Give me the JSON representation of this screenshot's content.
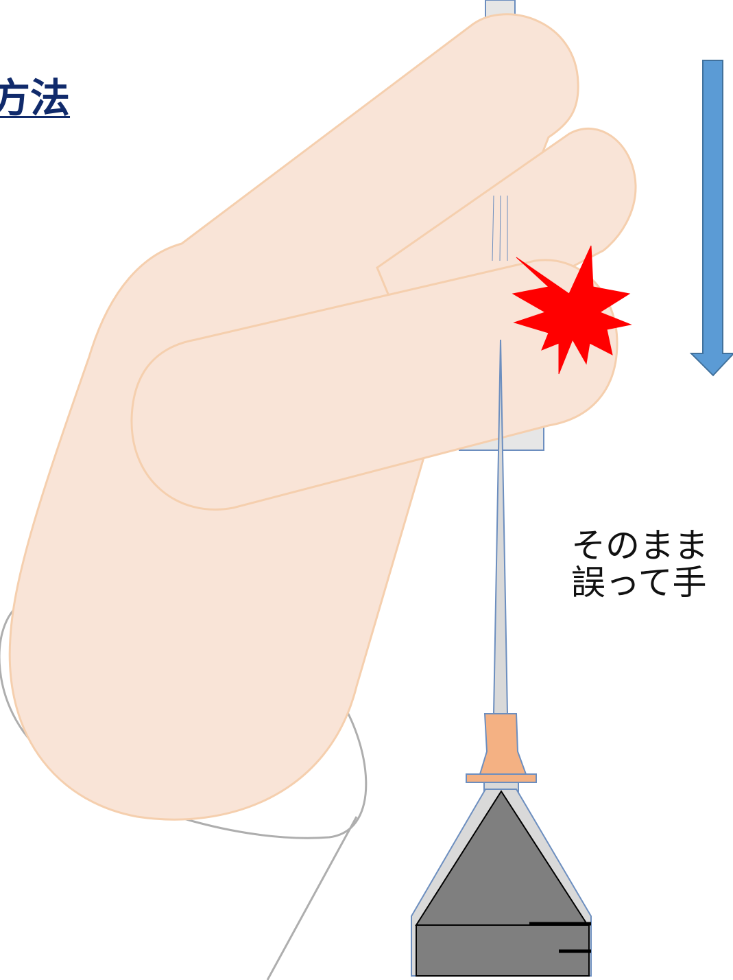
{
  "title": "方法",
  "caption": {
    "line1": "そのまま",
    "line2": "誤って手"
  },
  "colors": {
    "skin_fill": "#f9e4d7",
    "skin_stroke": "#f5cfae",
    "arrow_fill": "#5b9bd5",
    "arrow_stroke": "#41719c",
    "burst": "#ff0000",
    "hub": "#f4b183",
    "syringe_body": "#808080",
    "title": "#102a6b"
  }
}
